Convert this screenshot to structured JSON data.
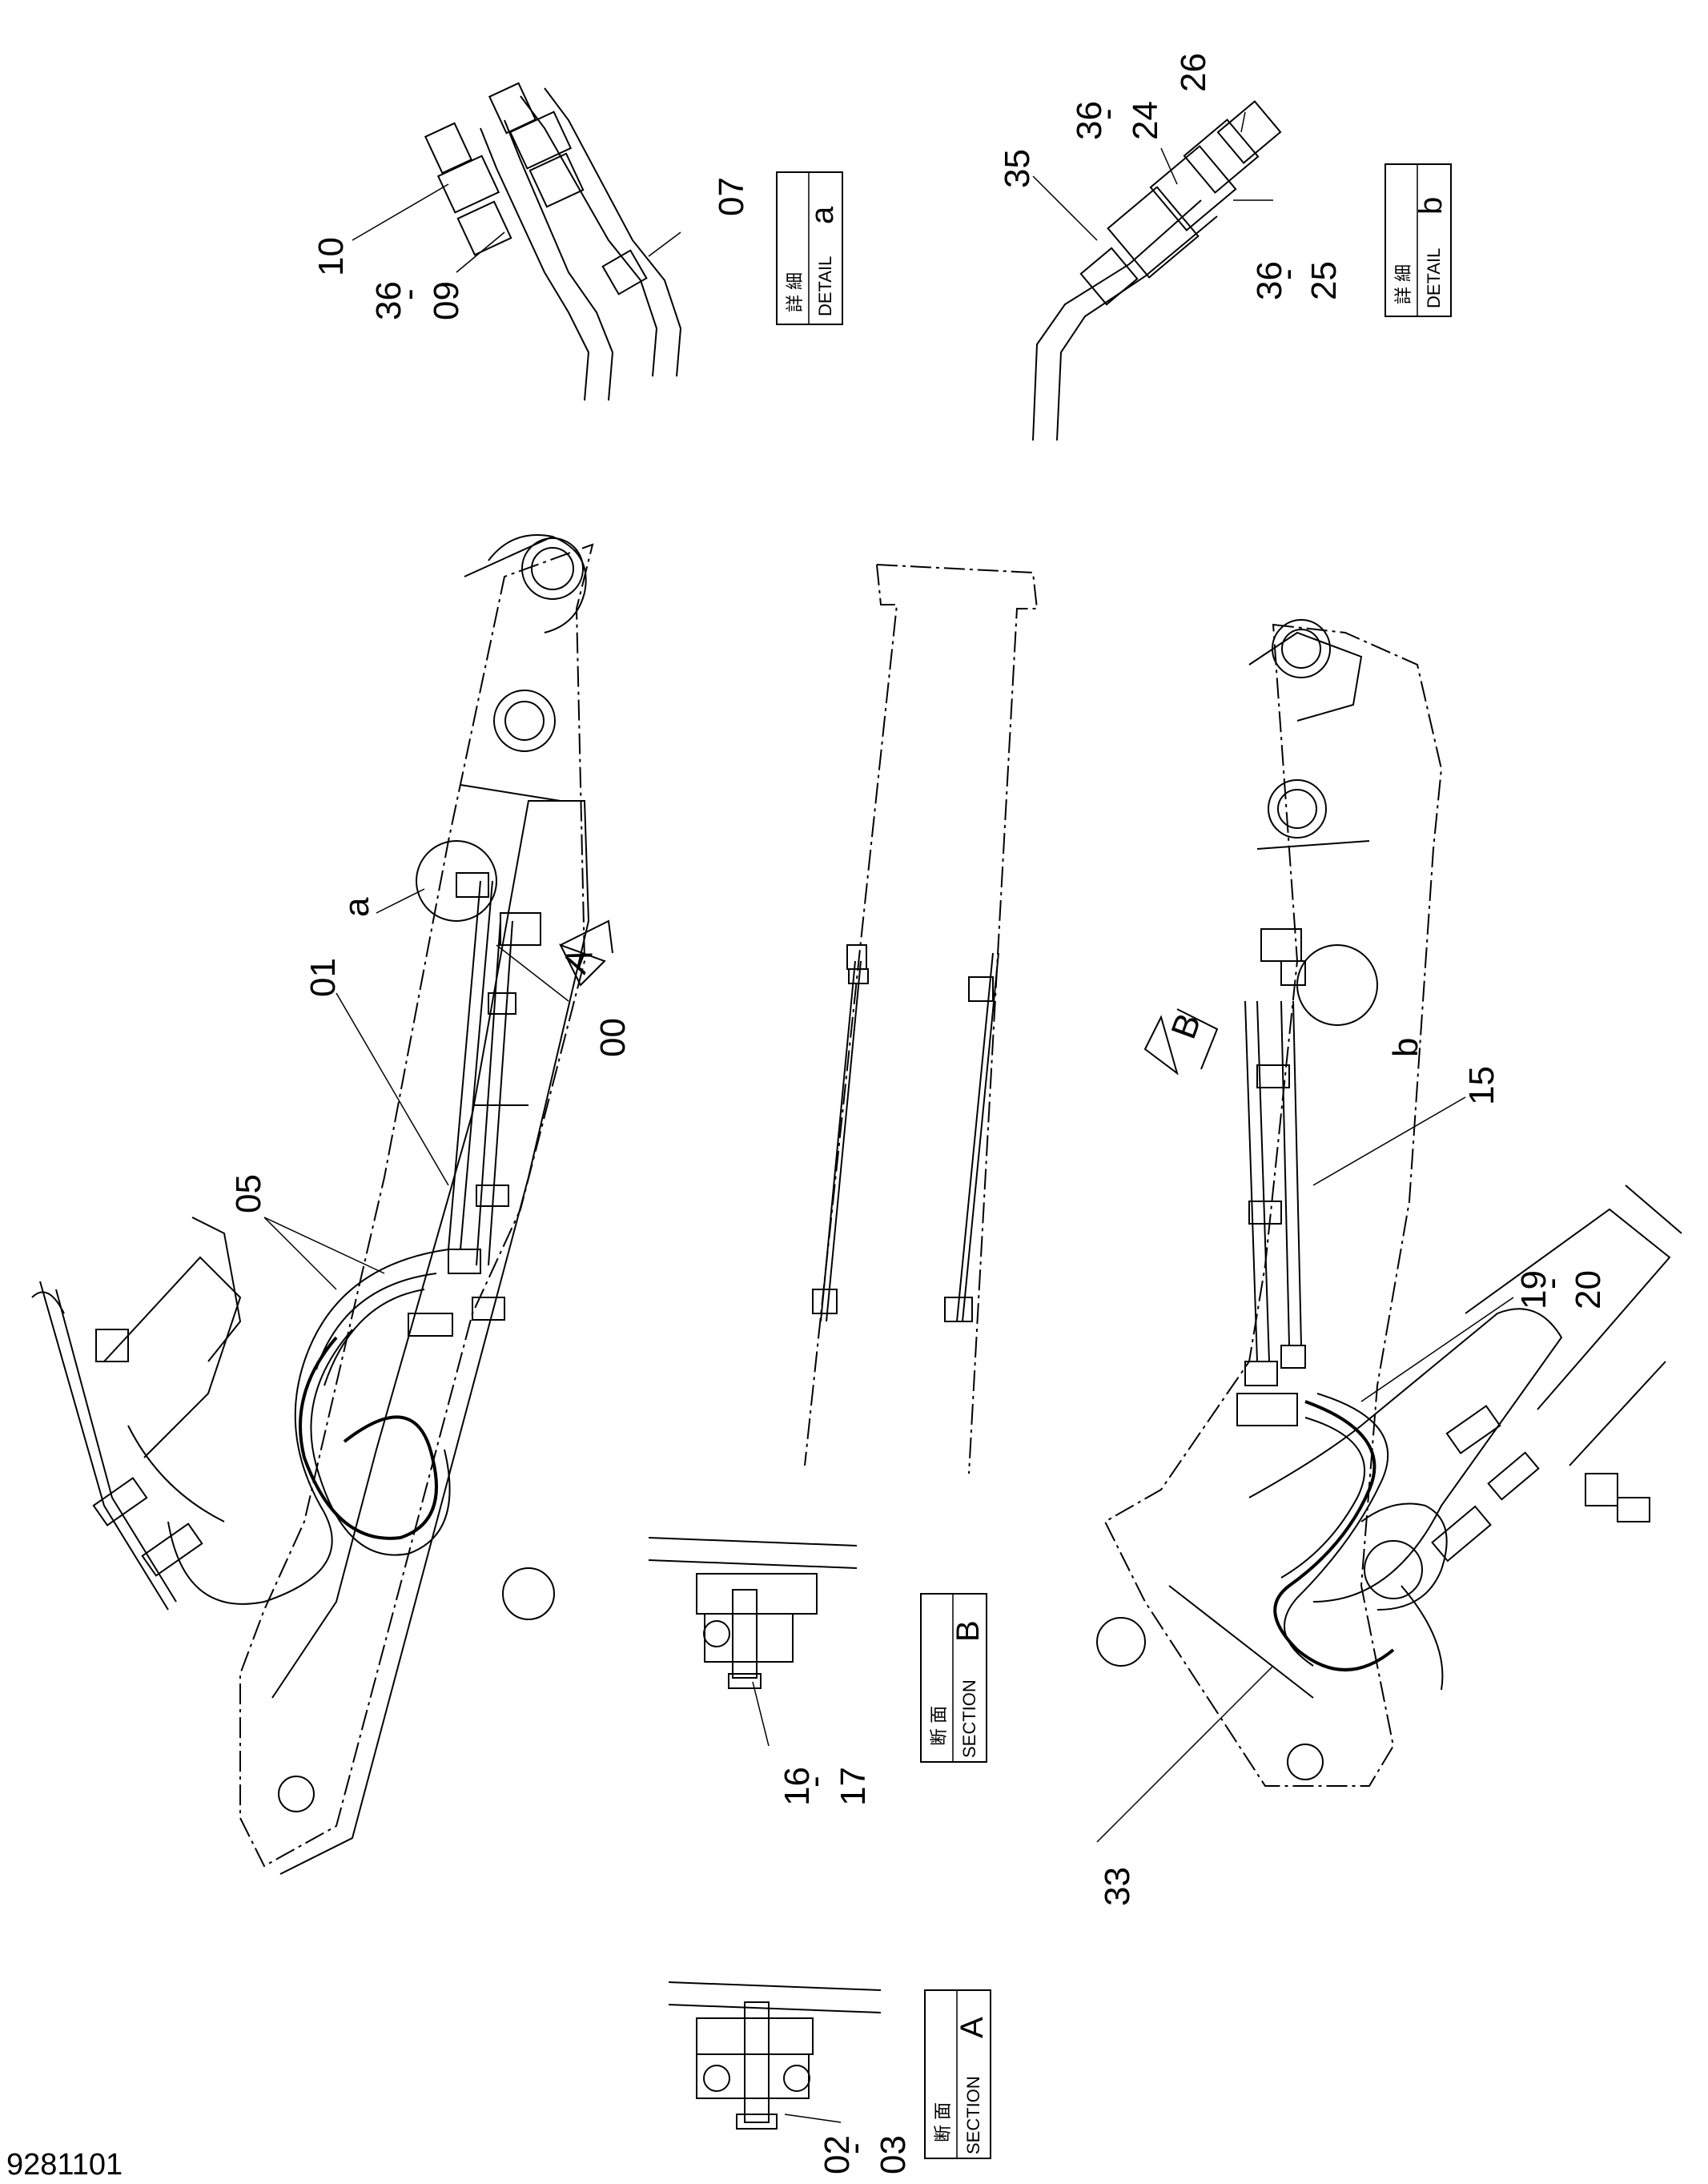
{
  "drawing_number": "9281101",
  "callouts": {
    "c10": "10",
    "c36a": "36",
    "c36a_dash": "-",
    "c09": "09",
    "c07": "07",
    "c35": "35",
    "c36b": "36",
    "c36b_dash": "-",
    "c24": "24",
    "c26": "26",
    "c36c": "36",
    "c36c_dash": "-",
    "c25": "25",
    "c01": "01",
    "ca": "a",
    "c00": "00",
    "c05": "05",
    "cA": "A",
    "cB": "B",
    "cb": "b",
    "c15": "15",
    "c19": "19",
    "c19_dash": "-",
    "c20": "20",
    "c16": "16",
    "c16_dash": "-",
    "c17": "17",
    "c02": "02",
    "c02_dash": "-",
    "c03": "03",
    "c33": "33"
  },
  "detail_a": {
    "jp": "詳 細",
    "en": "DETAIL",
    "letter": "a"
  },
  "detail_b": {
    "jp": "詳 細",
    "en": "DETAIL",
    "letter": "b"
  },
  "section_a": {
    "jp": "断 面",
    "en": "SECTION",
    "letter": "A"
  },
  "section_b": {
    "jp": "断 面",
    "en": "SECTION",
    "letter": "B"
  }
}
